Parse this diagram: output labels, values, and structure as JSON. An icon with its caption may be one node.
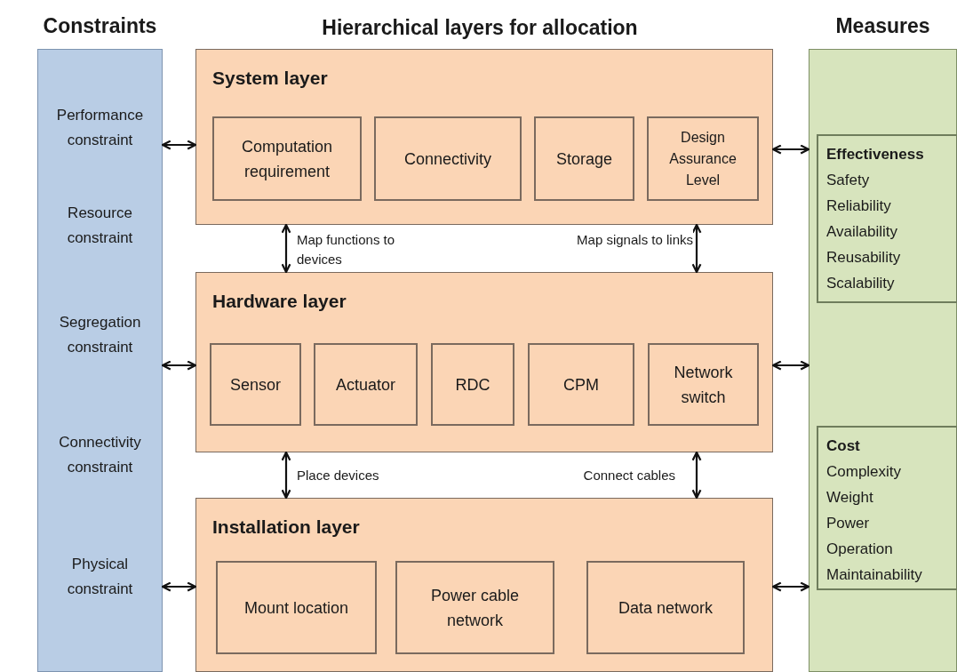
{
  "diagram": {
    "title": "Hierarchical layers for allocation",
    "nodes": [
      {
        "text": [
          "Constraints",
          "Performance constraint",
          "Resource constraint",
          "Segregation constraint",
          "Connectivity constraint",
          "Physical constraint"
        ]
      },
      {
        "text": [
          "System layer"
        ]
      },
      {
        "text": [
          "Computation requirement"
        ],
        "in": 1
      },
      {
        "text": [
          "Connectivity"
        ],
        "in": 1
      },
      {
        "text": [
          "Storage"
        ],
        "in": 1
      },
      {
        "text": [
          "Design Assurance Level"
        ],
        "in": 1
      },
      {
        "text": [
          "Hardware layer"
        ]
      },
      {
        "text": [
          "Sensor"
        ],
        "in": 6
      },
      {
        "text": [
          "Actuator"
        ],
        "in": 6
      },
      {
        "text": [
          "RDC"
        ],
        "in": 6
      },
      {
        "text": [
          "CPM"
        ],
        "in": 6
      },
      {
        "text": [
          "Network switch"
        ],
        "in": 6
      },
      {
        "text": [
          "Installation layer"
        ]
      },
      {
        "text": [
          "Mount location"
        ],
        "in": 12
      },
      {
        "text": [
          "Power cable network"
        ],
        "in": 12
      },
      {
        "text": [
          "Data network"
        ],
        "in": 12
      },
      {
        "text": [
          "Measures"
        ]
      },
      {
        "text": [
          "Effectiveness",
          "Safety",
          "Reliability",
          "Availability",
          "Reusability",
          "Scalability"
        ],
        "in": 16
      },
      {
        "text": [
          "Cost",
          "Complexity",
          "Weight",
          "Power",
          "Operation",
          "Maintainability"
        ],
        "in": 16
      }
    ],
    "edges": [
      {
        "from": 0,
        "to": 1,
        "arrow": "both"
      },
      {
        "from": 0,
        "to": 6,
        "arrow": "both"
      },
      {
        "from": 0,
        "to": 12,
        "arrow": "both"
      },
      {
        "from": 1,
        "to": 16,
        "arrow": "both"
      },
      {
        "from": 6,
        "to": 16,
        "arrow": "both"
      },
      {
        "from": 12,
        "to": 16,
        "arrow": "both"
      },
      {
        "from": 1,
        "to": 6,
        "arrow": "both",
        "label": "Map functions to devices"
      },
      {
        "from": 1,
        "to": 6,
        "arrow": "both",
        "label": "Map signals to links"
      },
      {
        "from": 6,
        "to": 12,
        "arrow": "both",
        "label": "Place devices"
      },
      {
        "from": 6,
        "to": 12,
        "arrow": "both",
        "label": "Connect cables"
      }
    ]
  }
}
